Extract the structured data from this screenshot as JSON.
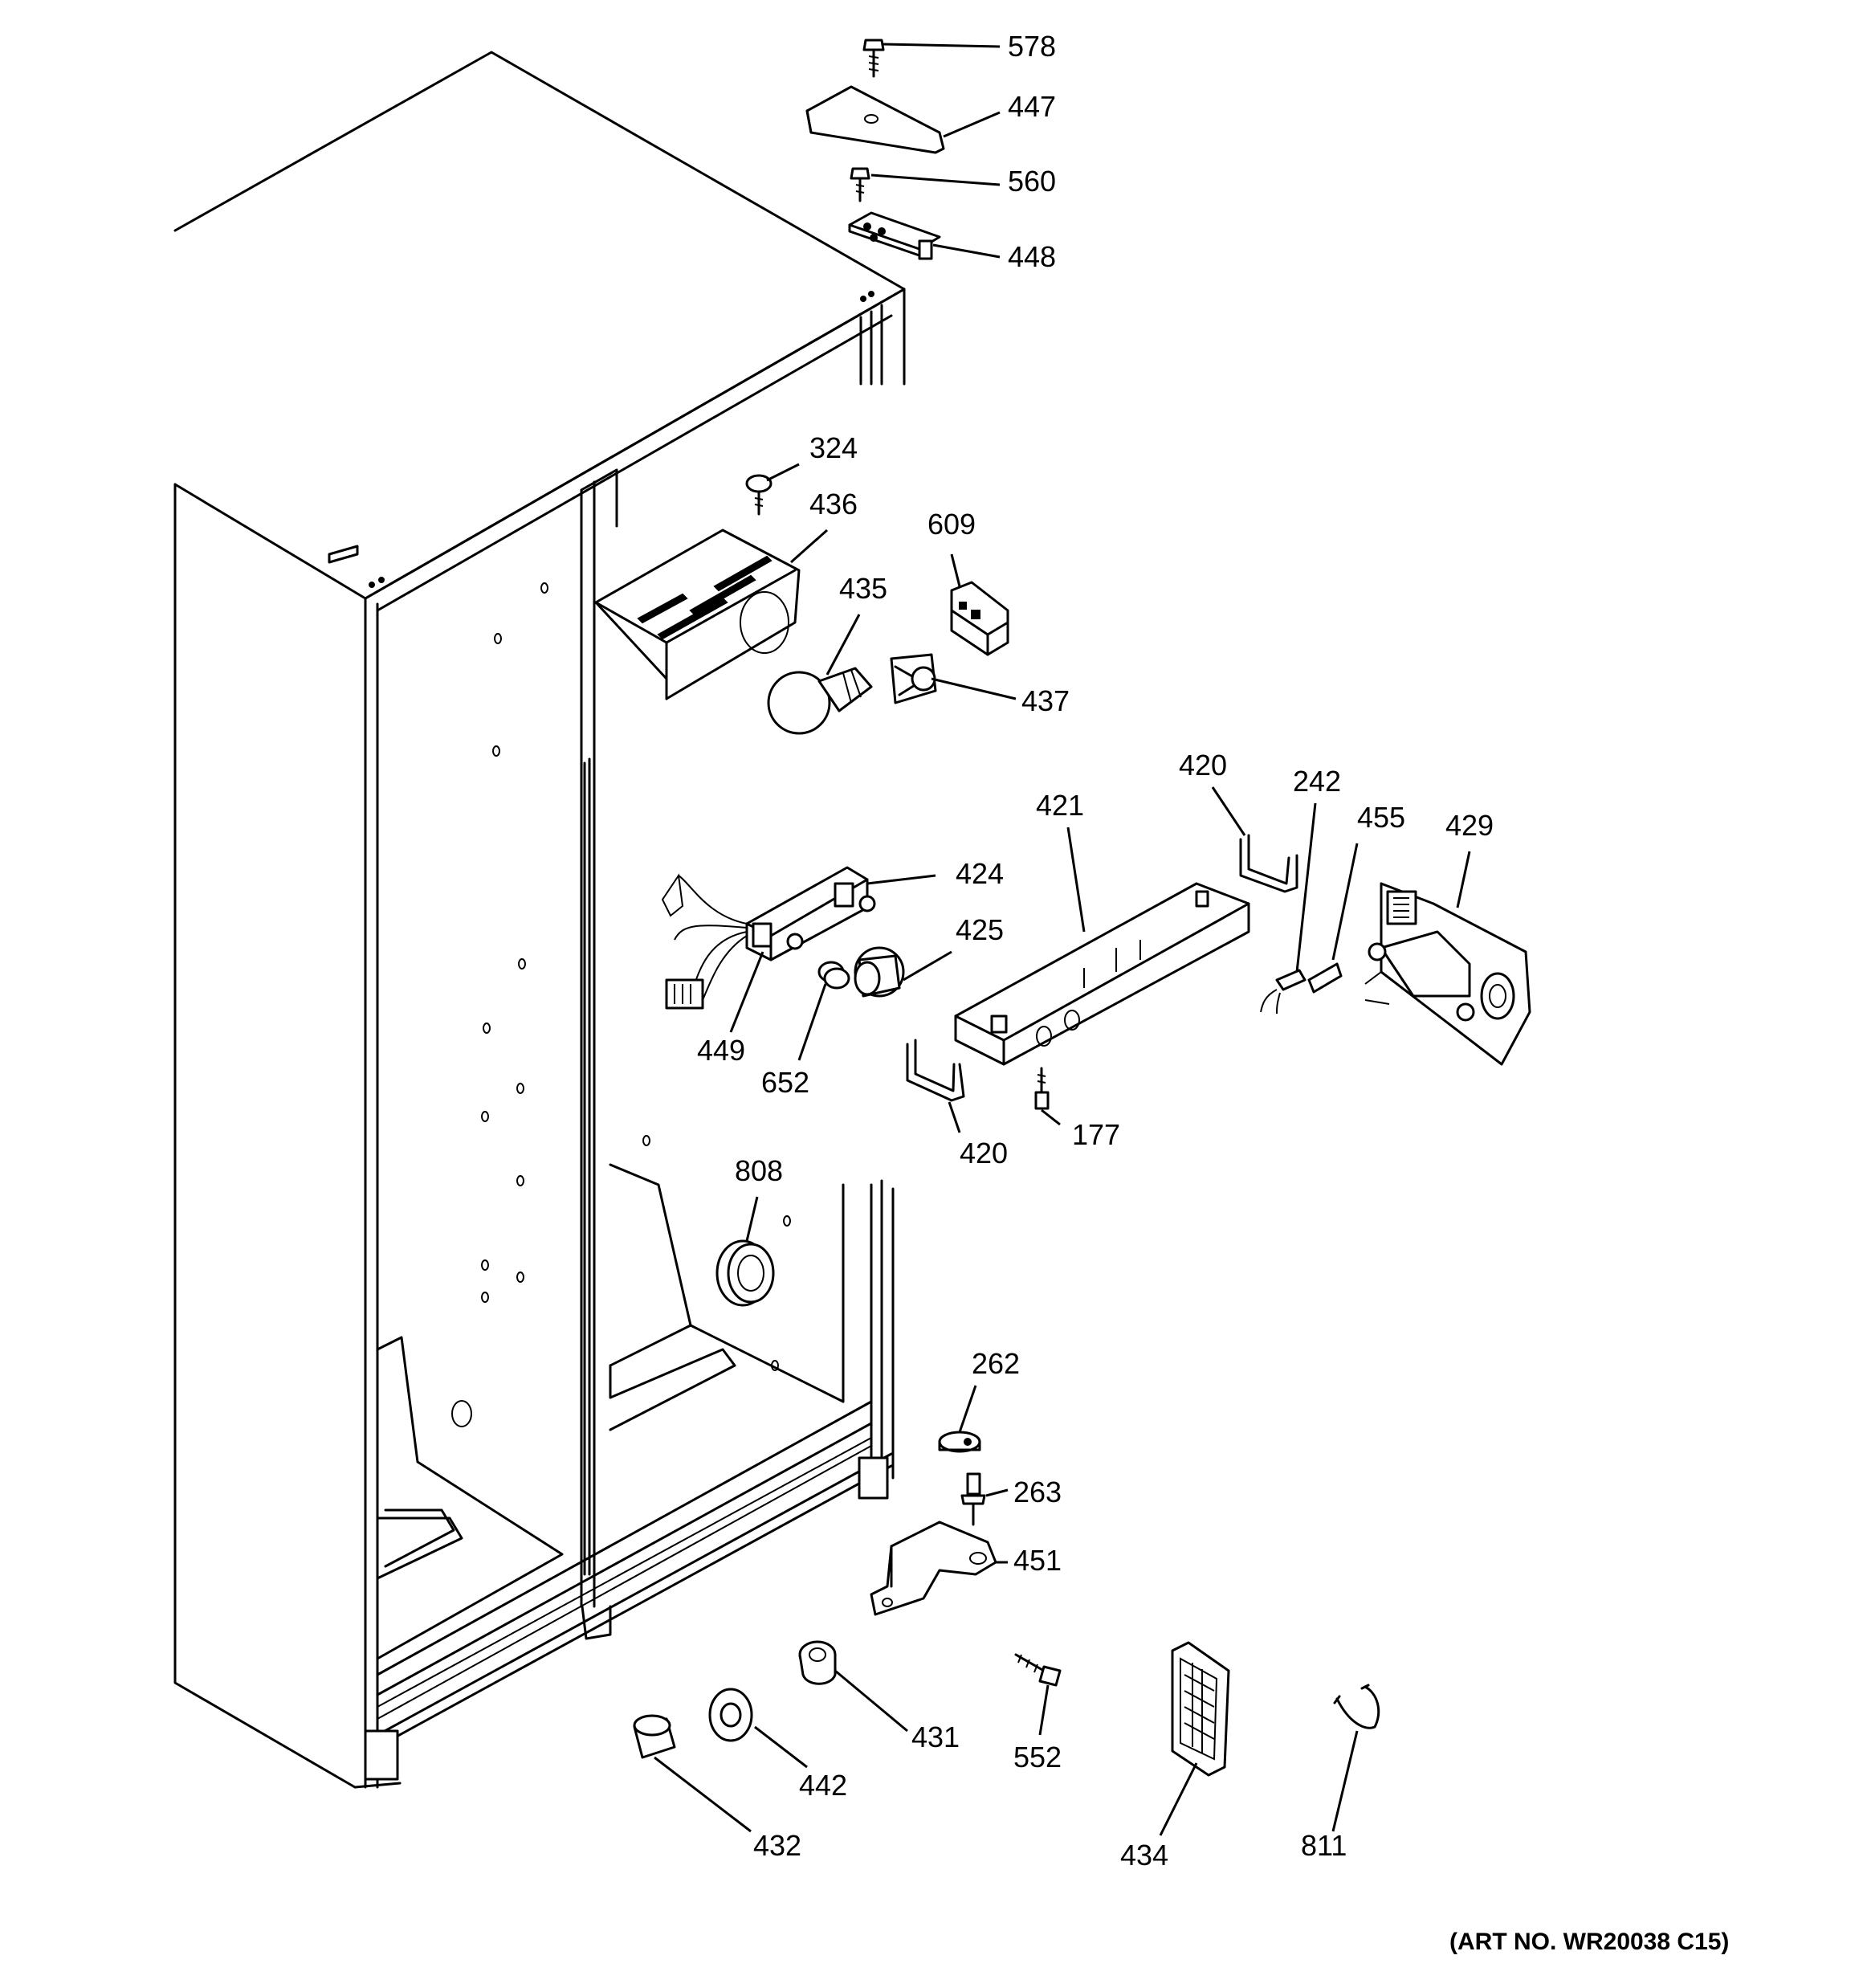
{
  "diagram": {
    "art_number": "(ART NO. WR20038 C15)",
    "callouts": [
      {
        "id": "578",
        "label": "578"
      },
      {
        "id": "447",
        "label": "447"
      },
      {
        "id": "560",
        "label": "560"
      },
      {
        "id": "448",
        "label": "448"
      },
      {
        "id": "324",
        "label": "324"
      },
      {
        "id": "436",
        "label": "436"
      },
      {
        "id": "609",
        "label": "609"
      },
      {
        "id": "435",
        "label": "435"
      },
      {
        "id": "437",
        "label": "437"
      },
      {
        "id": "420a",
        "label": "420"
      },
      {
        "id": "242",
        "label": "242"
      },
      {
        "id": "455",
        "label": "455"
      },
      {
        "id": "429",
        "label": "429"
      },
      {
        "id": "421",
        "label": "421"
      },
      {
        "id": "424",
        "label": "424"
      },
      {
        "id": "425",
        "label": "425"
      },
      {
        "id": "449",
        "label": "449"
      },
      {
        "id": "652",
        "label": "652"
      },
      {
        "id": "420b",
        "label": "420"
      },
      {
        "id": "177",
        "label": "177"
      },
      {
        "id": "808",
        "label": "808"
      },
      {
        "id": "262",
        "label": "262"
      },
      {
        "id": "263",
        "label": "263"
      },
      {
        "id": "451",
        "label": "451"
      },
      {
        "id": "431",
        "label": "431"
      },
      {
        "id": "442",
        "label": "442"
      },
      {
        "id": "552",
        "label": "552"
      },
      {
        "id": "432",
        "label": "432"
      },
      {
        "id": "434",
        "label": "434"
      },
      {
        "id": "811",
        "label": "811"
      }
    ]
  }
}
